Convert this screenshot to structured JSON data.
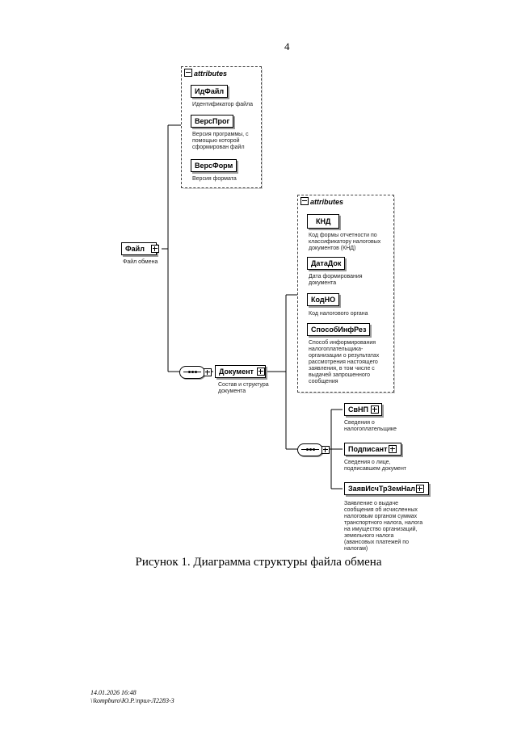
{
  "page_number": "4",
  "attributes_label": "attributes",
  "root": {
    "name": "Файл",
    "desc": "Файл обмена"
  },
  "root_attributes": [
    {
      "name": "ИдФайл",
      "desc": "Идентификатор файла"
    },
    {
      "name": "ВерсПрог",
      "desc": "Версия программы, с помощью которой сформирован файл"
    },
    {
      "name": "ВерсФорм",
      "desc": "Версия формата"
    }
  ],
  "document": {
    "name": "Документ",
    "desc": "Состав и структура документа"
  },
  "document_attributes": [
    {
      "name": "КНД",
      "desc": "Код формы отчетности по классификатору налоговых документов (КНД)"
    },
    {
      "name": "ДатаДок",
      "desc": "Дата формирования документа"
    },
    {
      "name": "КодНО",
      "desc": "Код налогового органа"
    },
    {
      "name": "СпособИнфРез",
      "desc": "Способ информирования налогоплательщика-организации о результатах рассмотрения настоящего заявления, в том числе с выдачей запрошенного сообщения"
    }
  ],
  "document_children": [
    {
      "name": "СвНП",
      "desc": "Сведения о налогоплательщике"
    },
    {
      "name": "Подписант",
      "desc": "Сведения о лице, подписавшем документ"
    },
    {
      "name": "ЗаявИсчТрЗемНал",
      "desc": "Заявление о выдаче сообщения об исчисленных налоговым органом суммах транспортного налога, налога на имущество организаций, земельного налога (авансовых платежей по налогам)"
    }
  ],
  "caption": "Рисунок 1. Диаграмма структуры файла обмена",
  "stamp": {
    "line1": "14.01.2026 16:48",
    "line2": "\\\\kompburo\\Ю.Р.\\прил-Л2283-3"
  }
}
